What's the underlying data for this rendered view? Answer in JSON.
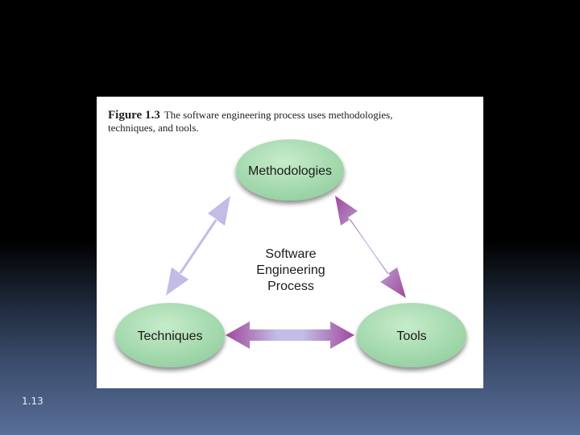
{
  "slide": {
    "number": "1.13"
  },
  "figure": {
    "label": "Figure 1.3",
    "caption_line1": "The software engineering process uses methodologies,",
    "caption_line2": "techniques, and tools."
  },
  "diagram": {
    "nodes": {
      "top": "Methodologies",
      "left": "Techniques",
      "right": "Tools"
    },
    "center": [
      "Software",
      "Engineering",
      "Process"
    ]
  },
  "colors": {
    "node_fill": "#a8d8b0",
    "arrow_outer": "#a0479a",
    "arrow_inner": "#c2bde6"
  }
}
